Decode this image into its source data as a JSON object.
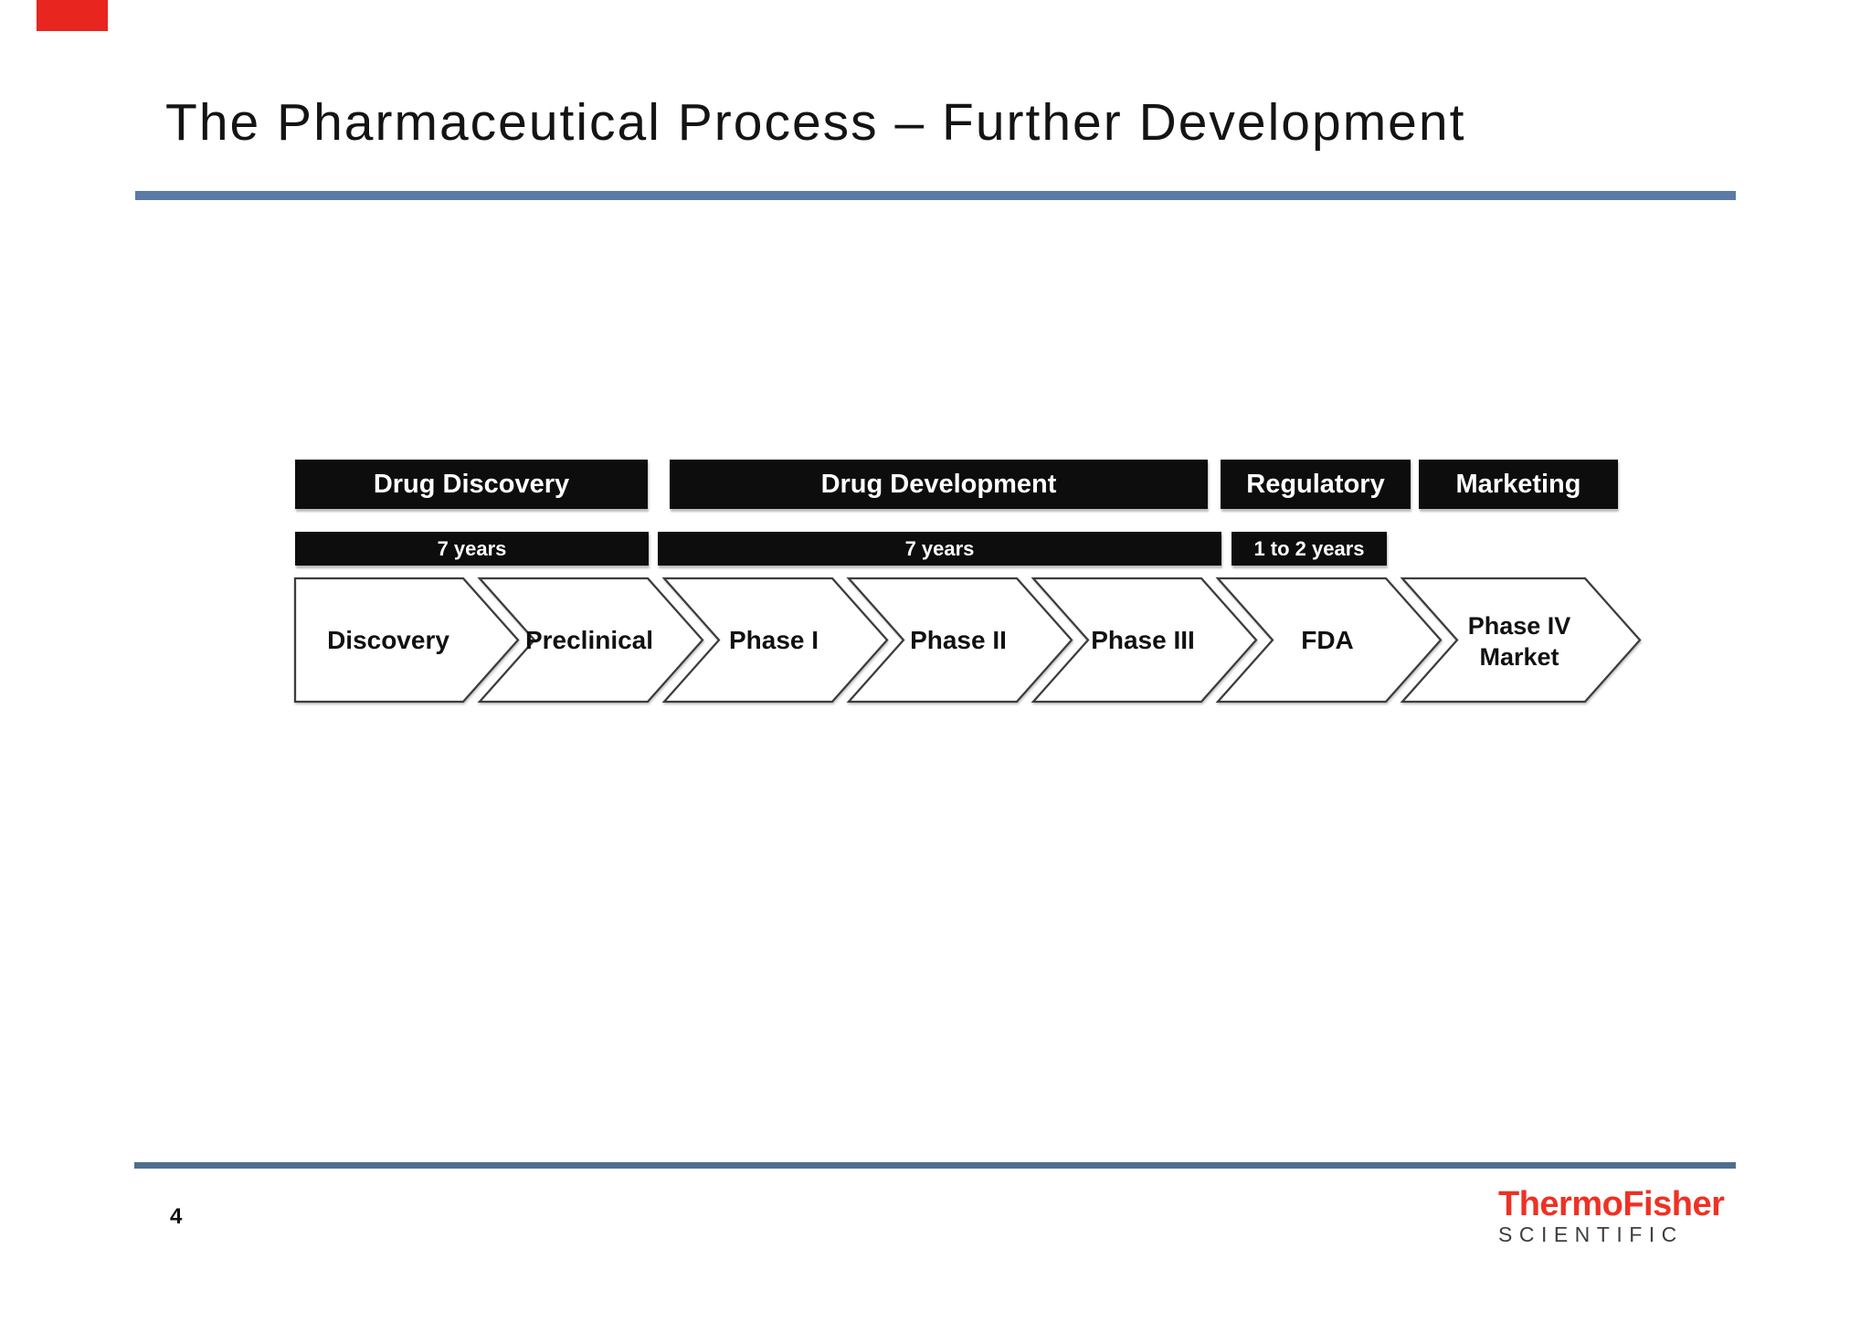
{
  "slide": {
    "title": "The Pharmaceutical Process – Further Development",
    "page_number": "4"
  },
  "diagram": {
    "phase_bars": [
      "Drug Discovery",
      "Drug Development",
      "Regulatory",
      "Marketing"
    ],
    "duration_bars": [
      "7 years",
      "7 years",
      "1 to 2 years"
    ],
    "process_steps": [
      "Discovery",
      "Preclinical",
      "Phase I",
      "Phase II",
      "Phase III",
      "FDA",
      [
        "Phase IV",
        "Market"
      ]
    ]
  },
  "footer": {
    "logo_primary": "ThermoFisher",
    "logo_secondary": "SCIENTIFIC"
  },
  "colors": {
    "accent_rule_top": "#5b7aa6",
    "accent_rule_bottom": "#4f6e8e",
    "bar_black": "#0d0d0d",
    "logo_red": "#ee3124",
    "logo_gray": "#3e3e3e",
    "corner_mark_red": "#e8251f"
  }
}
